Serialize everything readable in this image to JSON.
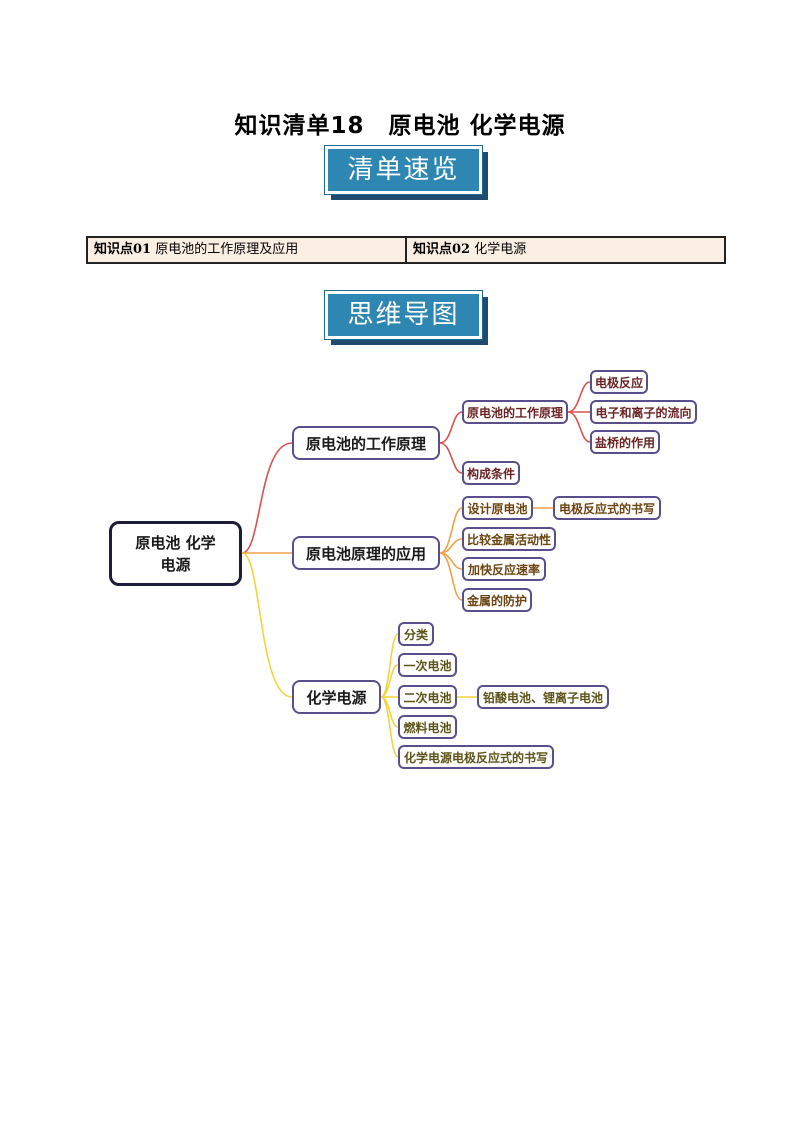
{
  "document": {
    "title": "知识清单18　原电池  化学电源"
  },
  "sections": {
    "overview": "清单速览",
    "mindmap": "思维导图"
  },
  "knowledge_points": [
    {
      "tag": "知识点01",
      "text": "原电池的工作原理及应用"
    },
    {
      "tag": "知识点02",
      "text": "化学电源"
    }
  ],
  "mindmap": {
    "root": {
      "line1": "原电池 化学",
      "line2": "电源"
    },
    "branches": [
      {
        "label": "原电池的工作原理",
        "color": "#d9534f",
        "children": [
          {
            "label": "原电池的工作原理",
            "children": [
              "电极反应",
              "电子和离子的流向",
              "盐桥的作用"
            ]
          },
          {
            "label": "构成条件"
          }
        ]
      },
      {
        "label": "原电池原理的应用",
        "color": "#f0a24a",
        "children": [
          {
            "label": "设计原电池",
            "children": [
              "电极反应式的书写"
            ]
          },
          {
            "label": "比较金属活动性"
          },
          {
            "label": "加快反应速率"
          },
          {
            "label": "金属的防护"
          }
        ]
      },
      {
        "label": "化学电源",
        "color": "#f2d43c",
        "children": [
          {
            "label": "分类"
          },
          {
            "label": "一次电池"
          },
          {
            "label": "二次电池",
            "children": [
              "铅酸电池、锂离子电池"
            ]
          },
          {
            "label": "燃料电池"
          },
          {
            "label": "化学电源电极反应式的书写"
          }
        ]
      }
    ]
  }
}
